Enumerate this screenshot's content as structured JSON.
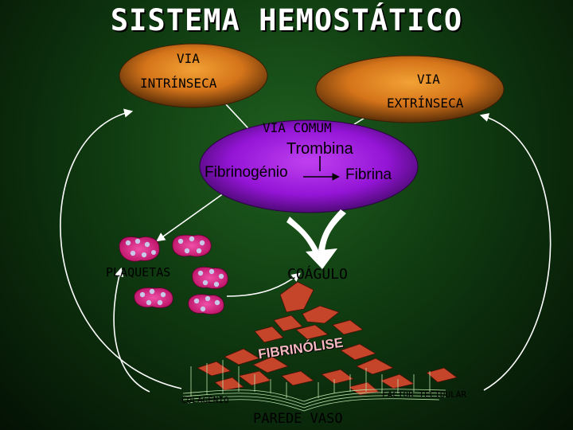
{
  "title": "SISTEMA HEMOSTÁTICO",
  "intrinsic": {
    "line1": "VIA",
    "line2": "INTRÍNSECA"
  },
  "extrinsic": {
    "line1": "VIA",
    "line2": "EXTRÍNSECA"
  },
  "common": {
    "label": "VIA COMUM",
    "thrombin": "Trombina",
    "fibrinogen": "Fibrinogénio",
    "fibrin": "Fibrina"
  },
  "platelets": "PLAQUETAS",
  "clot": "COÁGULO",
  "fibrinolysis": "FIBRINÓLISE",
  "collagen": "COLAGÉNIO",
  "tissue_factor": "FACTOR TECIDULAR",
  "vessel_wall": "PAREDE VASO",
  "colors": {
    "intrinsic": "#8a4a12",
    "extrinsic": "#8a4a12",
    "common": "#8a10c8",
    "platelet": "#d6157a",
    "clot": "#c4452a"
  }
}
